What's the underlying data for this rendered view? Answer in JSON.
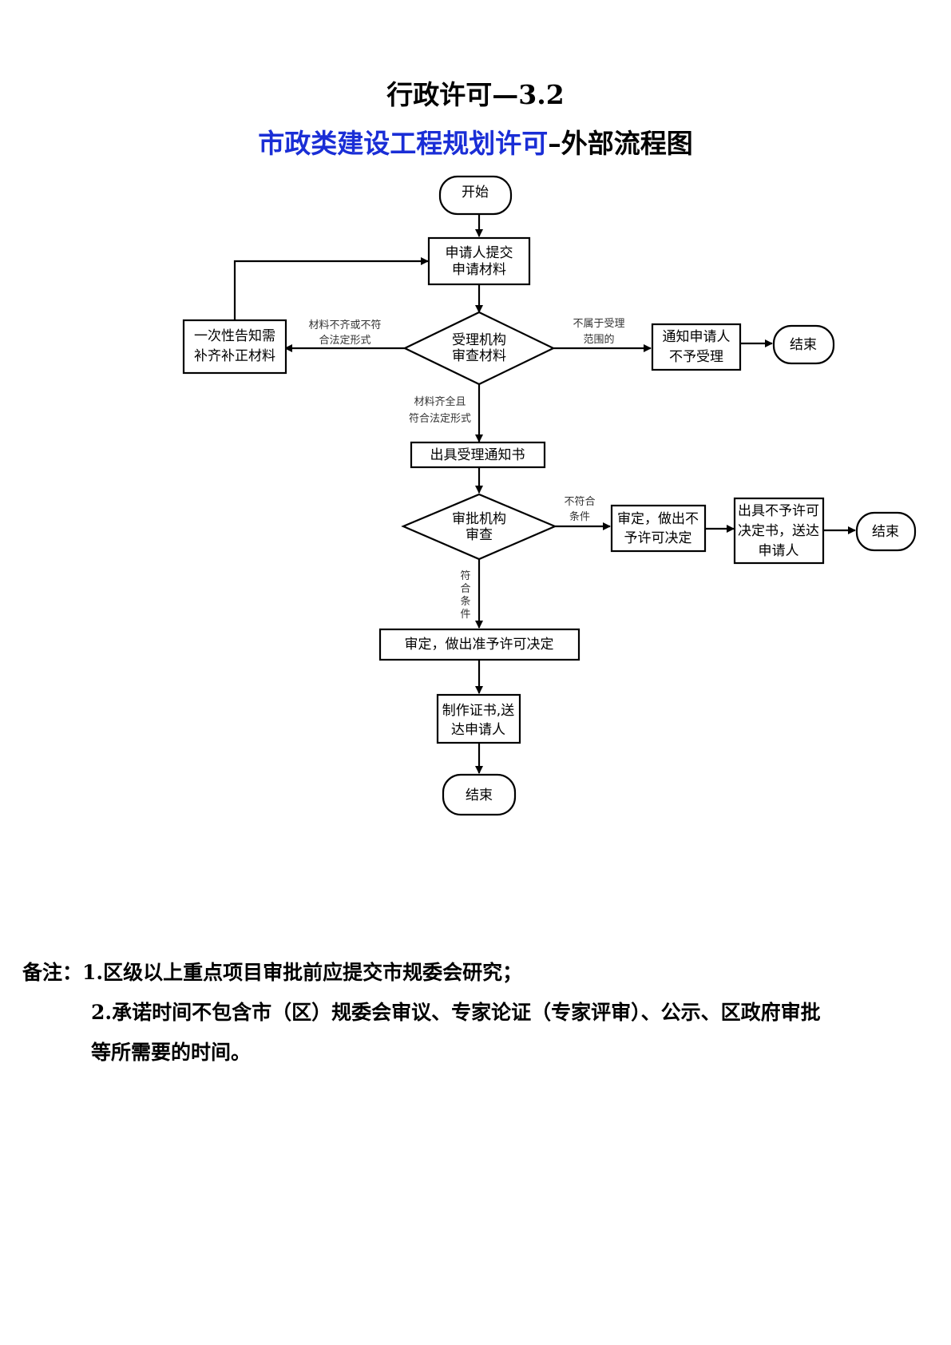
{
  "header": {
    "title": "行政许可—3.2",
    "subtitle_blue": "市政类建设工程规划许可",
    "subtitle_rest": "–外部流程图"
  },
  "flow": {
    "start": "开始",
    "submit": [
      "申请人提交",
      "申请材料"
    ],
    "review": [
      "受理机构",
      "审查材料"
    ],
    "supplement": [
      "一次性告知需",
      "补齐补正材料"
    ],
    "notify_reject": [
      "通知申请人",
      "不予受理"
    ],
    "end": "结束",
    "accept_notice": "出具受理通知书",
    "approval_review": [
      "审批机构",
      "审查"
    ],
    "deny_decision": [
      "审定，做出不",
      "予许可决定"
    ],
    "deny_notice": [
      "出具不予许可",
      "决定书，送达",
      "申请人"
    ],
    "grant_decision": "审定，做出准予许可决定",
    "certificate": [
      "制作证书,送",
      "达申请人"
    ],
    "cond_incomplete": [
      "材料不齐或不符",
      "合法定形式"
    ],
    "cond_out_of_scope": [
      "不属于受理",
      "范围的"
    ],
    "cond_complete": [
      "材料齐全且",
      "符合法定形式"
    ],
    "cond_not_meet": [
      "不符合",
      "条件"
    ],
    "cond_meet": [
      "符",
      "合",
      "条",
      "件"
    ]
  },
  "notes": {
    "label": "备注：",
    "note1": "1.区级以上重点项目审批前应提交市规委会研究；",
    "note2_line1": "2.承诺时间不包含市（区）规委会审议、专家论证（专家评审）、公示、区政府审批",
    "note2_line2": "等所需要的时间。"
  }
}
